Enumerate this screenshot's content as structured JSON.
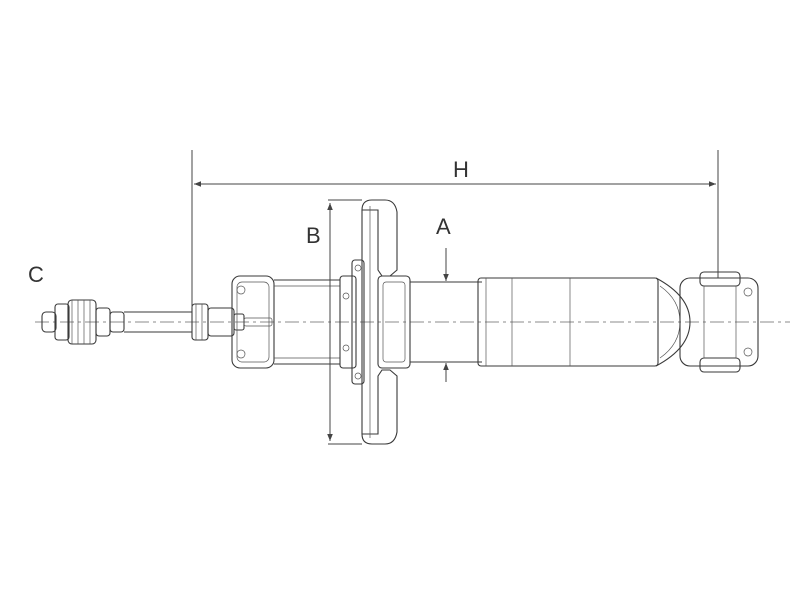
{
  "labels": {
    "H": "H",
    "B": "B",
    "A": "A",
    "C": "C"
  },
  "colors": {
    "line": "#3a3a3a",
    "background": "#ffffff"
  }
}
